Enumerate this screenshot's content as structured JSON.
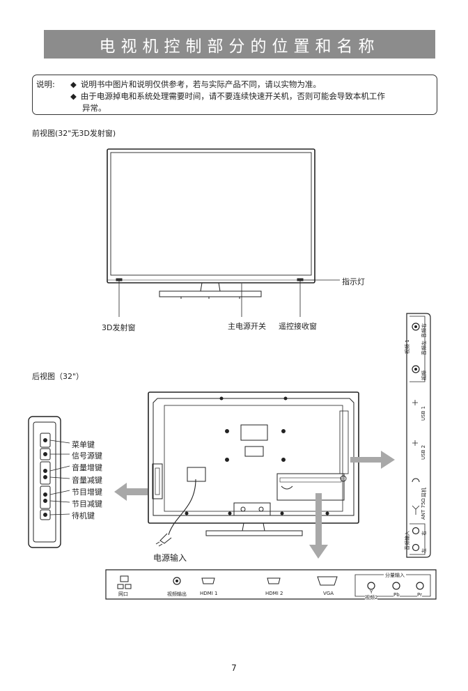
{
  "title": "电视机控制部分的位置和名称",
  "note": {
    "label": "说明:",
    "items": [
      "说明书中图片和说明仅供参考，若与实际产品不同，请以实物为准。",
      "由于电源掉电和系统处理需要时间，请不要连续快速开关机，否则可能会导致本机工作",
      "异常。"
    ],
    "bullet": "◆"
  },
  "front": {
    "heading": "前视图(32\"无3D发射窗)",
    "indicator": "指示灯",
    "window_3d": "3D发射窗",
    "power_switch": "主电源开关",
    "remote_receiver": "遥控接收窗"
  },
  "rear": {
    "heading": "后视图（32\"）",
    "side_keys": [
      "菜单键",
      "信号源键",
      "音量增键",
      "音量减键",
      "节目增键",
      "节目减键",
      "待机键"
    ],
    "power_input": "电源输入",
    "right_panel": {
      "video1": "视频 1",
      "audio_r": "音频右",
      "audio_l": "音频左",
      "video": "视频",
      "usb1": "USB 1",
      "usb2": "USB 2",
      "headphone": "耳机",
      "ant": "ANT 75Ω",
      "audio_in": "音频输入",
      "right": "右",
      "left": "左"
    },
    "bottom_panel": {
      "lan": "网口",
      "video_out": "视频输出",
      "hdmi1": "HDMI 1",
      "hdmi2": "HDMI 2",
      "vga": "VGA",
      "component": "分量输入",
      "y": "Y",
      "video2": "视频2",
      "pb": "Pb",
      "pr": "Pr"
    }
  },
  "page_number": "7"
}
